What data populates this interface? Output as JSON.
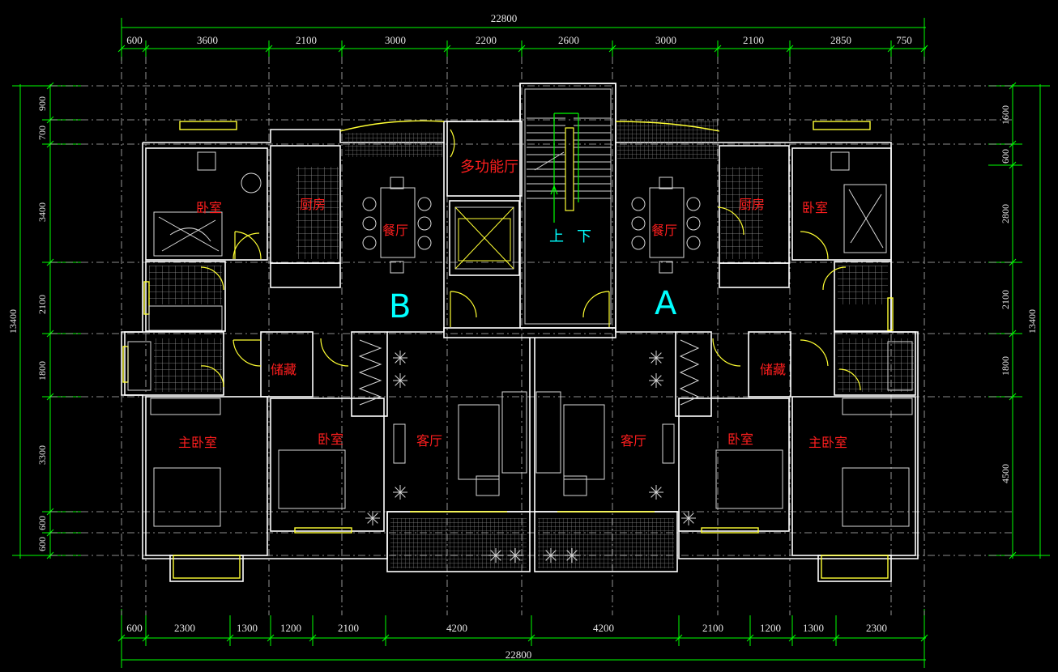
{
  "dimensions": {
    "top_total": "22800",
    "top_segments": [
      "600",
      "3600",
      "2100",
      "3000",
      "2200",
      "2600",
      "3000",
      "2100",
      "2850",
      "750"
    ],
    "bottom_total": "22800",
    "bottom_segments": [
      "600",
      "2300",
      "1300",
      "1200",
      "2100",
      "4200",
      "4200",
      "2100",
      "1200",
      "1300",
      "2300"
    ],
    "left_total": "13400",
    "left_segments": [
      "900",
      "700",
      "3400",
      "2100",
      "1800",
      "3300",
      "600",
      "600"
    ],
    "right_total": "13400",
    "right_segments": [
      "1600",
      "600",
      "2800",
      "2100",
      "1800",
      "4500"
    ]
  },
  "rooms": {
    "multi_function_hall": "多功能厅",
    "stair_up": "上",
    "stair_down": "下",
    "unit_b": {
      "label": "B",
      "bedroom": "卧室",
      "kitchen": "厨房",
      "dining": "餐厅",
      "storage": "储藏",
      "master_bedroom": "主卧室",
      "second_bedroom": "卧室",
      "living": "客厅"
    },
    "unit_a": {
      "label": "A",
      "bedroom": "卧室",
      "kitchen": "厨房",
      "dining": "餐厅",
      "storage": "储藏",
      "master_bedroom": "主卧室",
      "second_bedroom": "卧室",
      "living": "客厅"
    }
  },
  "colors": {
    "background": "#000000",
    "dimension_lines": "#00ff00",
    "walls": "#ffffff",
    "windows_doors": "#ffff33",
    "room_labels": "#ff1e1e",
    "unit_labels": "#00ffff"
  }
}
